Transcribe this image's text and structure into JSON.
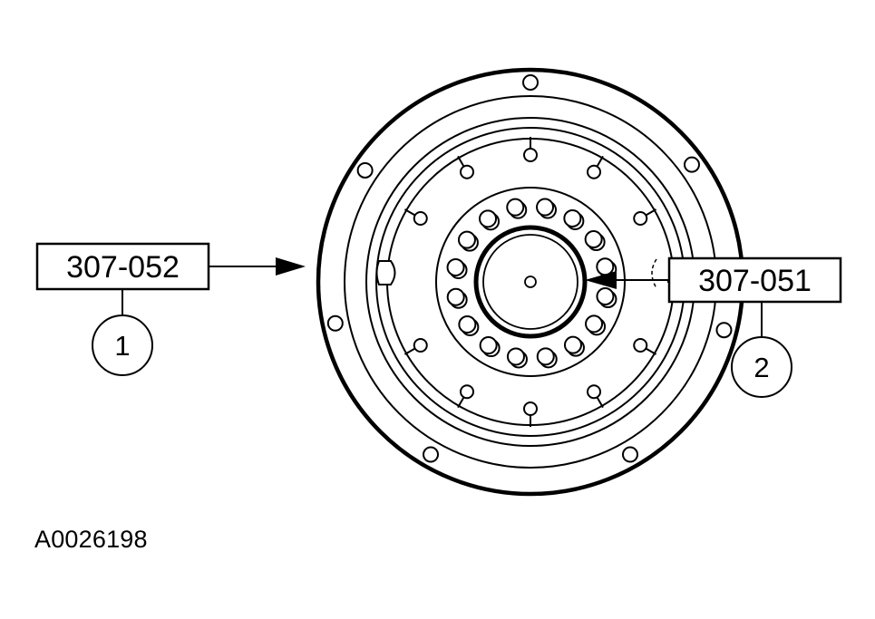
{
  "callouts": {
    "left": {
      "tool_number": "307-052",
      "index": "1"
    },
    "right": {
      "tool_number": "307-051",
      "index": "2"
    }
  },
  "figure_id": "A0026198",
  "colors": {
    "line": "#000000",
    "background": "#ffffff"
  }
}
